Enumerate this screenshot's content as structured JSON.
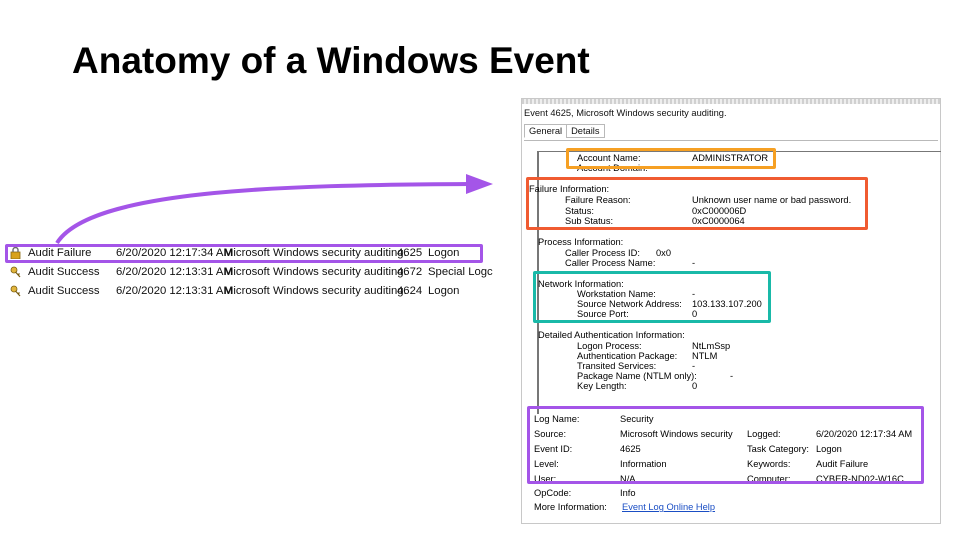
{
  "slide": {
    "title": "Anatomy of a Windows Event"
  },
  "event_list": {
    "rows": [
      {
        "icon": "lock-icon",
        "keyword": "Audit Failure",
        "datetime": "6/20/2020 12:17:34 AM",
        "source": "Microsoft Windows security auditing.",
        "event_id": "4625",
        "task": "Logon"
      },
      {
        "icon": "key-icon",
        "keyword": "Audit Success",
        "datetime": "6/20/2020 12:13:31 AM",
        "source": "Microsoft Windows security auditing.",
        "event_id": "4672",
        "task": "Special Logc"
      },
      {
        "icon": "key-icon",
        "keyword": "Audit Success",
        "datetime": "6/20/2020 12:13:31 AM",
        "source": "Microsoft Windows security auditing.",
        "event_id": "4624",
        "task": "Logon"
      }
    ]
  },
  "dialog": {
    "title": "Event 4625, Microsoft Windows security auditing.",
    "tabs": [
      "General",
      "Details"
    ],
    "account": {
      "name_label": "Account Name:",
      "name_value": "ADMINISTRATOR",
      "domain_label": "Account Domain:"
    },
    "failure": {
      "heading": "Failure Information:",
      "reason_label": "Failure Reason:",
      "reason_value": "Unknown user name or bad password.",
      "status_label": "Status:",
      "status_value": "0xC000006D",
      "substatus_label": "Sub Status:",
      "substatus_value": "0xC0000064"
    },
    "process": {
      "heading": "Process Information:",
      "pid_label": "Caller Process ID:",
      "pid_value": "0x0",
      "pname_label": "Caller Process Name:",
      "pname_value": "-"
    },
    "network": {
      "heading": "Network Information:",
      "ws_label": "Workstation Name:",
      "ws_value": "-",
      "addr_label": "Source Network Address:",
      "addr_value": "103.133.107.200",
      "port_label": "Source Port:",
      "port_value": "0"
    },
    "auth": {
      "heading": "Detailed Authentication Information:",
      "proc_label": "Logon Process:",
      "proc_value": "NtLmSsp",
      "pkg_label": "Authentication Package:",
      "pkg_value": "NTLM",
      "trans_label": "Transited Services:",
      "trans_value": "-",
      "ntlm_label": "Package Name (NTLM only):",
      "ntlm_value": "-",
      "keylen_label": "Key Length:",
      "keylen_value": "0"
    },
    "summary": {
      "log_name_label": "Log Name:",
      "log_name_value": "Security",
      "source_label": "Source:",
      "source_value": "Microsoft Windows security",
      "logged_label": "Logged:",
      "logged_value": "6/20/2020 12:17:34 AM",
      "event_id_label": "Event ID:",
      "event_id_value": "4625",
      "task_label": "Task Category:",
      "task_value": "Logon",
      "level_label": "Level:",
      "level_value": "Information",
      "keywords_label": "Keywords:",
      "keywords_value": "Audit Failure",
      "user_label": "User:",
      "user_value": "N/A",
      "computer_label": "Computer:",
      "computer_value": "CYBER-ND02-W16C",
      "opcode_label": "OpCode:",
      "opcode_value": "Info",
      "moreinfo_label": "More Information:",
      "moreinfo_link": "Event Log Online Help"
    }
  },
  "colors": {
    "purple": "#a455e8",
    "orange": "#f6a023",
    "red": "#f05b31",
    "teal": "#19b9a8"
  }
}
